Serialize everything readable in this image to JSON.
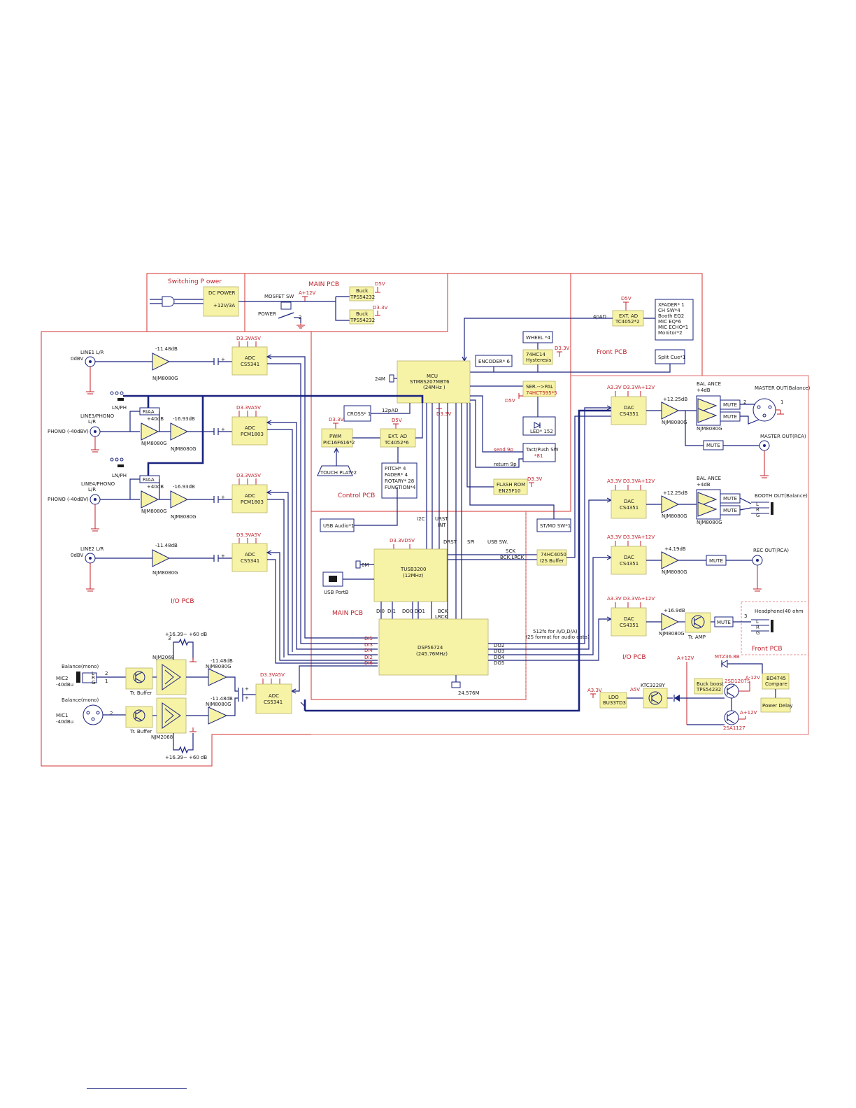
{
  "boards": {
    "switching_power": "Switching P ower",
    "main_pcb_top": "MAIN PCB",
    "front_pcb_top": "Front PCB",
    "control_pcb": "Control PCB",
    "io_pcb_left": "I/O PCB",
    "main_pcb_mid": "MAIN PCB",
    "io_pcb_right": "I/O PCB",
    "front_pcb_right": "Front PCB"
  },
  "power": {
    "dc_power": "DC POWER",
    "dc_voltage": "+12V/3A",
    "mosfet": "MOSFET SW",
    "power_label": "POWER",
    "a12v": "A+12V",
    "buck": "Buck",
    "buck_chip": "TPS54232",
    "d5v": "D5V",
    "d33v": "D3.3V",
    "pin2": "2"
  },
  "front": {
    "ext_ad": "EXT. AD",
    "ext_ad_chip": "TC4052*2",
    "d5v": "D5V",
    "pad4": "4pAD",
    "xfader_lines": [
      "XFADER* 1",
      "CH SW*4",
      "Booth EQ2",
      "MIC EQ*6",
      "MIC ECHO*1",
      "Monitor*2"
    ],
    "wheel": "WHEEL *4",
    "hc14": "74HC14",
    "hysteresis": "Hysteresis",
    "split_cue": "Split Cue*1",
    "encoder": "ENCODER* 6",
    "d33v": "D3.3V"
  },
  "control": {
    "mcu": "MCU",
    "mcu_chip": "STM8S207MBT6",
    "mcu_clock": "(24MHz )",
    "xtal": "24M",
    "ser_pal": "SER.-->PAL",
    "hc595": "74HCT595*5",
    "d5v": "D5V",
    "led": "LED* 152",
    "cross": "CROSS* 1",
    "pad12": "12pAD",
    "d33v": "D3.3V",
    "pwm": "PWM",
    "pic": "PIC16F616*2",
    "ext_ad": "EXT. AD",
    "ext_ad_chip": "TC4052*6",
    "touch": "TOUCH PLAT*2",
    "pitch_lines": [
      "PITCH* 4",
      "FADER* 4",
      "ROTARY* 28",
      "FUNCTION*4"
    ],
    "send": "send  9p",
    "return": "return  9p",
    "tact": "Tact/Push SW",
    "tact_n": "*81",
    "flash": "FLASH ROM",
    "flash_chip": "EN25F10"
  },
  "inputs": {
    "line1": "LINE1 L/R",
    "line2": "LINE2 L/R",
    "odbv": "0dBV",
    "line3": "LINE3/PHONO",
    "line4": "LINE4/PHONO",
    "lr": "L/R",
    "phono": "PHONO (-40dBV)",
    "lnph": "LN/PH",
    "riaa": "RIAA",
    "g40": "+40dB",
    "g1693": "-16.93dB",
    "g1148": "-11.48dB",
    "njm": "NJM8080G",
    "adc": "ADC",
    "cs5341": "CS5341",
    "pcm1803": "PCM1803",
    "adc_power": "D3.3VA5V",
    "balance": "Balance(mono)",
    "mic2": "MIC2",
    "mic1": "MIC1",
    "m40": "-40dBu",
    "tr_buffer": "Tr. Buffer",
    "njm2068": "NJM2068",
    "gain_mic": "+16.39~ +60 dB",
    "pin3": "3",
    "pin2": "2",
    "pin1": "1"
  },
  "main": {
    "usb_audio": "USB Audio*1",
    "i2c": "I2C",
    "urst": "URST",
    "int": "INT",
    "drst": "DRST",
    "spi": "SPI",
    "usb_sw": "USB SW.",
    "tusb": "TUSB3200",
    "tusb_clock": "(12MHz)",
    "tusb_power": "D3.3VD5V",
    "xtal6": "6M",
    "usb_port": "USB PortB",
    "sck": "SCK",
    "bck_lrck": "BCK,LRCK",
    "hc4050": "74HC4050",
    "i2s": "I2S Buffer",
    "st_mo": "ST/MO SW*1",
    "di0": "DI0",
    "di1": "DI1",
    "do0do1": "DO0 DO1",
    "bck": "BCK",
    "lrck": "LRCK",
    "dsp": "DSP56724",
    "dsp_clock": "(245.76MHz)",
    "di": [
      "DI5",
      "DI3",
      "DI4",
      "DI2",
      "DI6"
    ],
    "do": [
      "DO2",
      "DO3",
      "DO4",
      "DO5"
    ],
    "xtal_dsp": "24.576M",
    "note1": "512fs for A/D,D/A)",
    "note2": "I2S format for audio data)"
  },
  "outputs": {
    "dac": "DAC",
    "cs4351": "CS4351",
    "dac_power": "A3.3V D3.3VA+12V",
    "g1225": "+12.25dB",
    "g419": "+4.19dB",
    "g169": "+16.9dB",
    "balance": "BAL ANCE",
    "g4": "+4dB",
    "mute": "MUTE",
    "njm": "NJM8080G",
    "master_bal": "MASTER OUT(Balance)",
    "master_rca": "MASTER OUT(RCA)",
    "booth_bal": "BOOTH OUT(Balance)",
    "rec": "REC OUT(RCA)",
    "headphone": "Headphone(40 ohm",
    "tr_amp": "Tr. AMP",
    "lrg": [
      "L",
      "R",
      "G"
    ],
    "pin2": "2",
    "pin1": "1",
    "pin3": "3"
  },
  "supply": {
    "a12v": "A+12V",
    "mtz": "MTZ36.8B",
    "buck_boost": "Buck boost",
    "tps": "TPS54232",
    "sd": "2SD1207S",
    "am12v": "A-12V",
    "bd": "BD4745",
    "compare": "Compare",
    "power_delay": "Power Delay",
    "a33v": "A3.3V",
    "a5v": "A5V",
    "ldo": "LDO",
    "bu": "BU33TD3",
    "ktc": "KTC3228Y",
    "sa": "2SA1127",
    "ap12v": "A+12V"
  }
}
